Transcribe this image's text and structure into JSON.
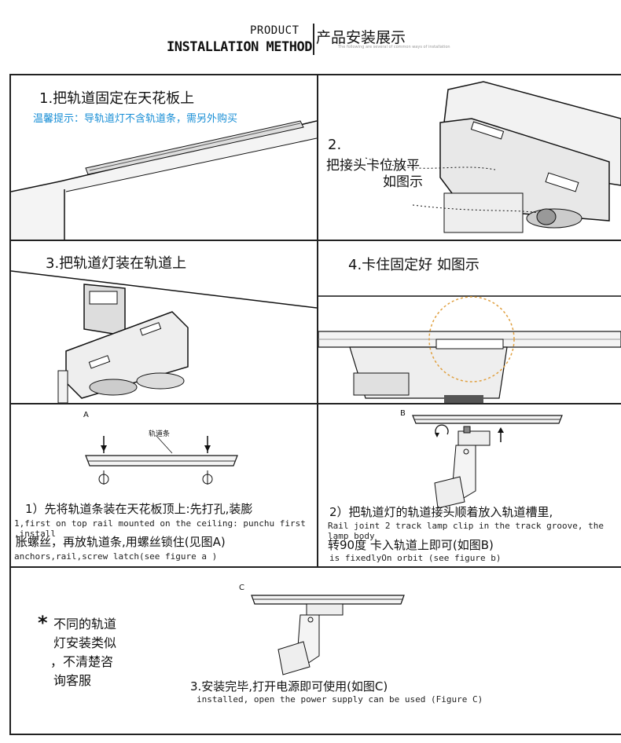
{
  "header": {
    "product": "PRODUCT",
    "installation_method": "INSTALLATION METHOD",
    "title_cn": "产品安装展示",
    "fine_print": "The following are several of common ways of installation"
  },
  "steps": {
    "s1": {
      "title": "1.把轨道固定在天花板上",
      "tip": "温馨提示：导轨道灯不含轨道条，需另外购买"
    },
    "s2": {
      "line1": "2.",
      "line2": "把接头卡位放平",
      "line3": "如图示"
    },
    "s3": {
      "title": "3.把轨道灯装在轨道上"
    },
    "s4": {
      "title": "4.卡住固定好  如图示"
    },
    "a": {
      "label": "A",
      "rail_label": "轨道条",
      "cn1": "1）先将轨道条装在天花板顶上:先打孔,装膨",
      "en1": "1,first on top rail mounted on the ceiling: punchu first ,install",
      "cn2": "胀螺丝，再放轨道条,用螺丝锁住(见图A)",
      "en2": "anchors,rail,screw latch(see figure a )"
    },
    "b": {
      "label": "B",
      "cn1": "2）把轨道灯的轨道接头顺着放入轨道槽里,",
      "en1": "Rail joint 2 track lamp clip in the track groove, the lamp body",
      "cn2": "转90度 卡入轨道上即可(如图B)",
      "en2": "is fixedlyOn orbit (see figure b)"
    },
    "c": {
      "label": "C",
      "note_star": "*",
      "note1": "不同的轨道",
      "note2": "灯安装类似",
      "note3": "，不清楚咨",
      "note4": "询客服",
      "cn1": "3.安装完毕,打开电源即可使用(如图C)",
      "en1": "installed, open the power supply can be used (Figure C)"
    }
  }
}
